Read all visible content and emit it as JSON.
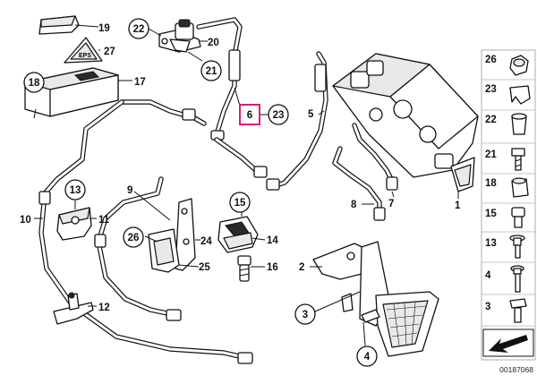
{
  "diagram": {
    "image_code": "00187068",
    "labels": {
      "l1": "1",
      "l2": "2",
      "l3": "3",
      "l4": "4",
      "l5": "5",
      "l6": "6",
      "l7": "7",
      "l8": "8",
      "l9": "9",
      "l10": "10",
      "l11": "11",
      "l12": "12",
      "l13": "13",
      "l14": "14",
      "l15": "15",
      "l16": "16",
      "l17": "17",
      "l18": "18",
      "l19": "19",
      "l20": "20",
      "l21": "21",
      "l22": "22",
      "l23": "23",
      "l24": "24",
      "l25": "25",
      "l26": "26",
      "l27": "27"
    },
    "highlight_color": "#e0177a"
  },
  "parts_panel": {
    "items": [
      {
        "label": "26"
      },
      {
        "label": "23"
      },
      {
        "label": "22"
      },
      {
        "label": "21"
      },
      {
        "label": "18"
      },
      {
        "label": "15"
      },
      {
        "label": "13"
      },
      {
        "label": "4"
      },
      {
        "label": "3"
      }
    ]
  }
}
